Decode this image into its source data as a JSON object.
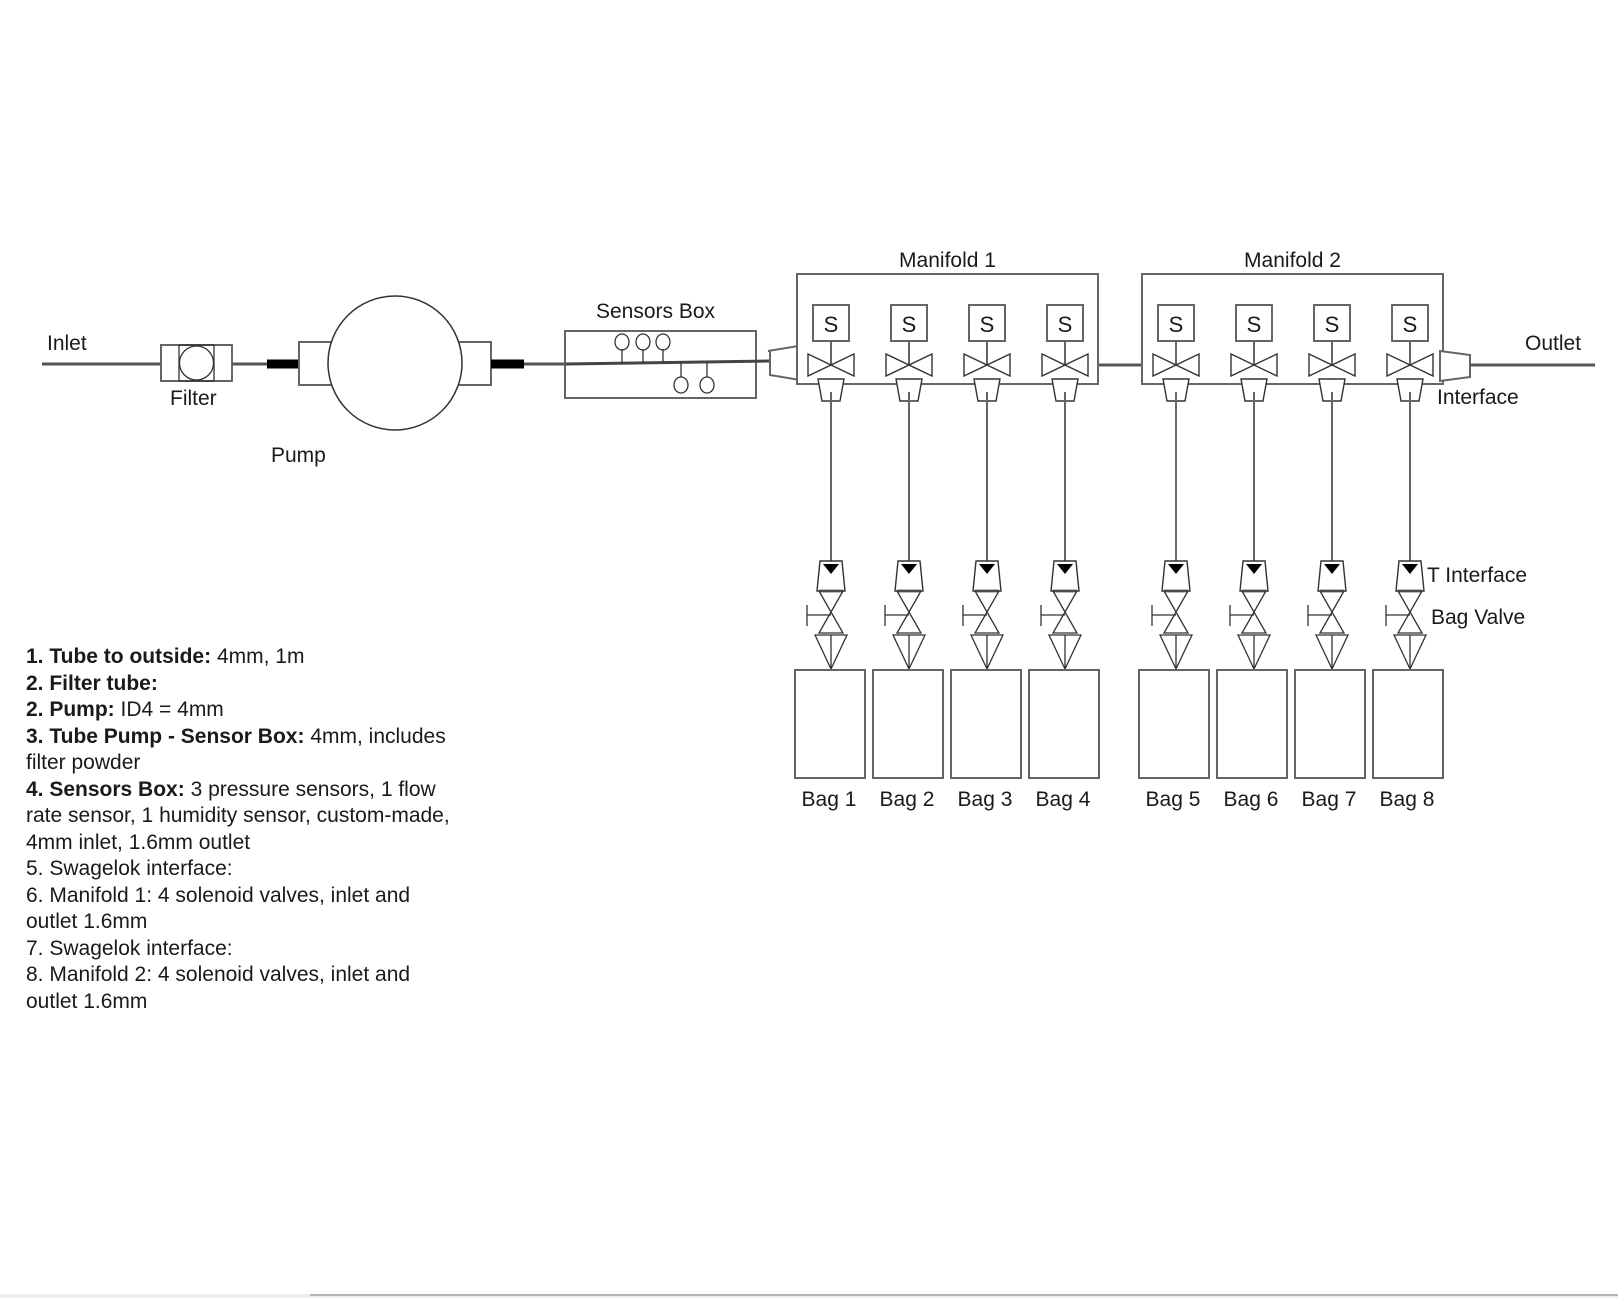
{
  "diagram": {
    "labels": {
      "inlet": "Inlet",
      "filter": "Filter",
      "pump": "Pump",
      "sensors_box": "Sensors Box",
      "manifold_1": "Manifold 1",
      "manifold_2": "Manifold 2",
      "outlet": "Outlet",
      "interface": "Interface",
      "t_interface": "T Interface",
      "bag_valve": "Bag Valve",
      "solenoid": "S"
    },
    "sensors": {
      "pressure_count": 3,
      "other_count": 2
    },
    "manifolds": [
      {
        "name": "Manifold 1",
        "bags": [
          "Bag 1",
          "Bag 2",
          "Bag 3",
          "Bag 4"
        ]
      },
      {
        "name": "Manifold 2",
        "bags": [
          "Bag 5",
          "Bag 6",
          "Bag 7",
          "Bag 8"
        ]
      }
    ]
  },
  "notes": [
    {
      "bold": "1. Tube to outside:",
      "text": " 4mm, 1m"
    },
    {
      "bold": "2. Filter tube:",
      "text": ""
    },
    {
      "bold": "2. Pump:",
      "text": " ID4 = 4mm"
    },
    {
      "bold": "3. Tube Pump - Sensor Box:",
      "text": " 4mm, includes filter powder"
    },
    {
      "bold": "4. Sensors Box:",
      "text": " 3 pressure sensors, 1 flow rate sensor, 1 humidity sensor, custom-made, 4mm inlet, 1.6mm outlet"
    },
    {
      "bold": "",
      "text": "5. Swagelok interface:"
    },
    {
      "bold": "",
      "text": "6. Manifold 1: 4 solenoid valves, inlet and outlet 1.6mm"
    },
    {
      "bold": "",
      "text": "7. Swagelok interface:"
    },
    {
      "bold": "",
      "text": "8. Manifold 2: 4 solenoid valves, inlet and outlet 1.6mm"
    }
  ]
}
